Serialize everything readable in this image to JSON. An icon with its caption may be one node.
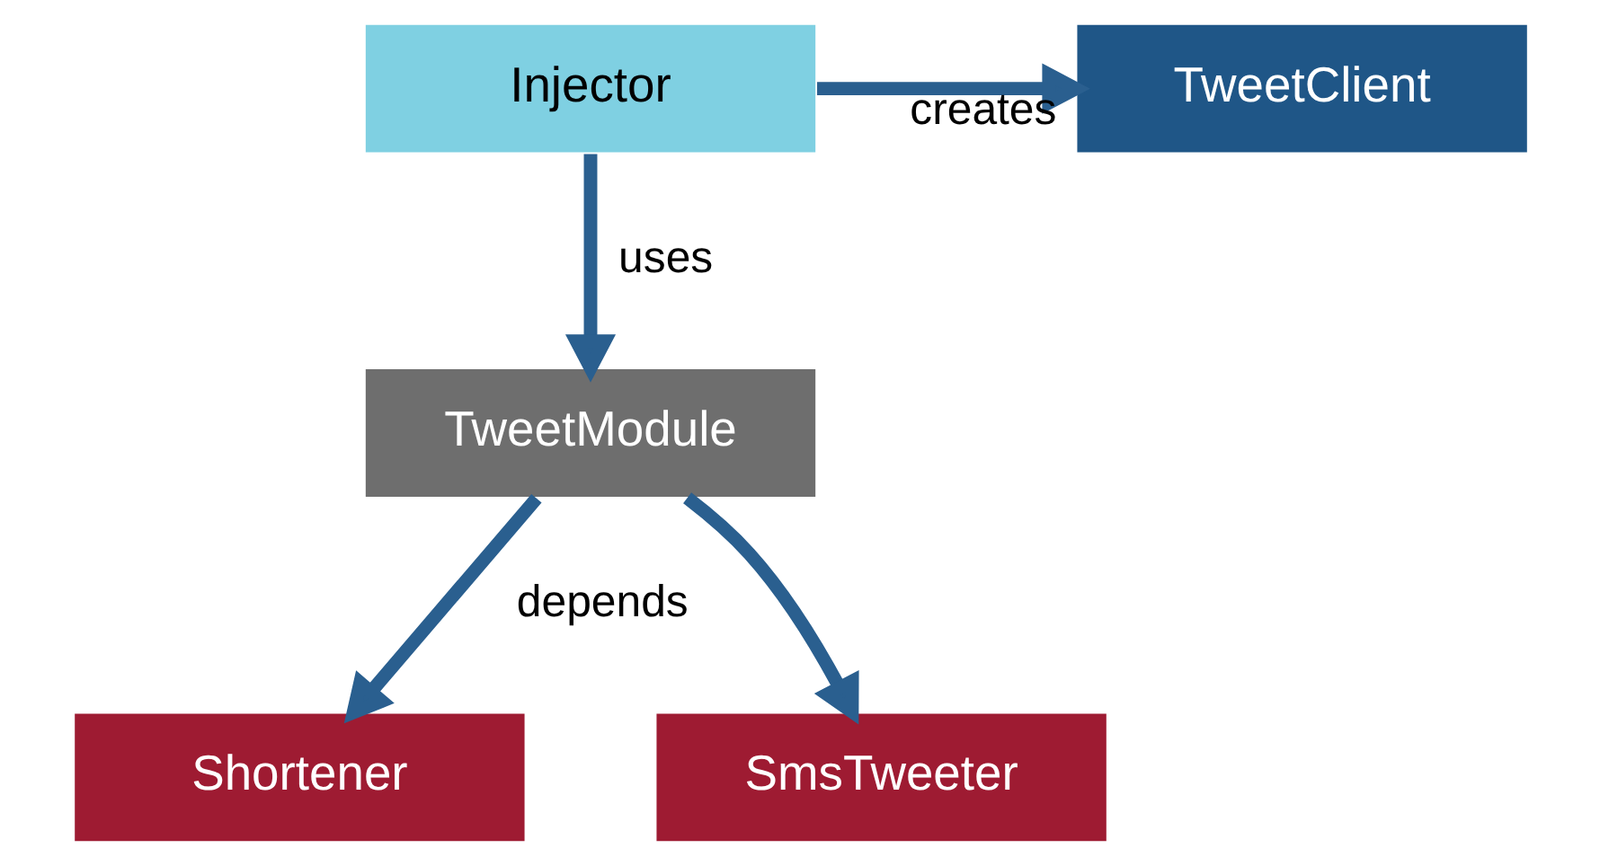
{
  "diagram": {
    "nodes": [
      {
        "text": [
          "Injector"
        ]
      },
      {
        "text": [
          "TweetClient"
        ]
      },
      {
        "text": [
          "TweetModule"
        ]
      },
      {
        "text": [
          "Shortener"
        ]
      },
      {
        "text": [
          "SmsTweeter"
        ]
      }
    ],
    "edges": [
      {
        "from": 0,
        "to": 1,
        "arrow": "to",
        "label": "creates"
      },
      {
        "from": 0,
        "to": 2,
        "arrow": "to",
        "label": "uses"
      },
      {
        "from": 2,
        "to": 3,
        "arrow": "to",
        "label": "depends"
      },
      {
        "from": 2,
        "to": 4,
        "arrow": "to"
      }
    ]
  }
}
